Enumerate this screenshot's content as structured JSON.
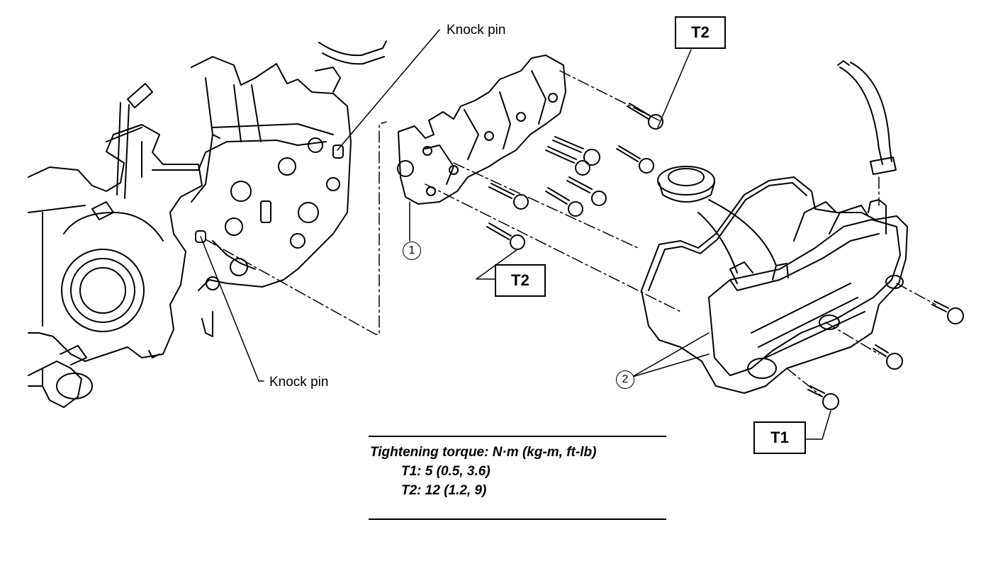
{
  "callouts": {
    "knock_pin_top": "Knock pin",
    "knock_pin_bottom": "Knock pin",
    "part1": "1",
    "part2": "2"
  },
  "boxes": {
    "t2_top": "T2",
    "t2_mid": "T2",
    "t1": "T1"
  },
  "torque": {
    "title": "Tightening torque: N·m (kg-m, ft-lb)",
    "t1": "T1: 5 (0.5, 3.6)",
    "t2": "T2: 12 (1.2, 9)"
  }
}
